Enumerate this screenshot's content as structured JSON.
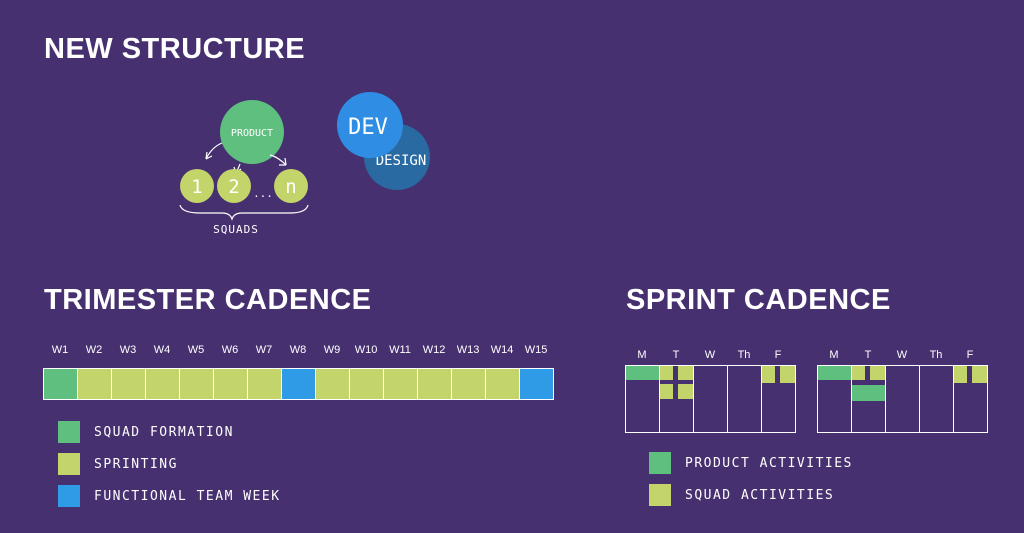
{
  "headings": {
    "new_structure": "NEW STRUCTURE",
    "trimester": "TRIMESTER CADENCE",
    "sprint": "SPRINT CADENCE"
  },
  "colors": {
    "background": "#46306f",
    "green": "#5fbf7f",
    "yellow_green": "#c3d46a",
    "blue": "#2f9be6",
    "dev_blue": "#2f8ee3",
    "design_blue": "#2a6aa3"
  },
  "structure": {
    "product": "PRODUCT",
    "squads": [
      "1",
      "2",
      "n"
    ],
    "ellipsis": "...",
    "squads_label": "SQUADS",
    "dev": "DEV",
    "design": "DESIGN"
  },
  "trimester": {
    "weeks": [
      "W1",
      "W2",
      "W3",
      "W4",
      "W5",
      "W6",
      "W7",
      "W8",
      "W9",
      "W10",
      "W11",
      "W12",
      "W13",
      "W14",
      "W15"
    ],
    "week_types": [
      "formation",
      "sprint",
      "sprint",
      "sprint",
      "sprint",
      "sprint",
      "sprint",
      "functional",
      "sprint",
      "sprint",
      "sprint",
      "sprint",
      "sprint",
      "sprint",
      "functional"
    ],
    "legend": [
      {
        "label": "SQUAD FORMATION",
        "color": "#5fbf7f"
      },
      {
        "label": "SPRINTING",
        "color": "#c3d46a"
      },
      {
        "label": "FUNCTIONAL TEAM WEEK",
        "color": "#2f9be6"
      }
    ]
  },
  "sprint": {
    "days": [
      "M",
      "T",
      "W",
      "Th",
      "F"
    ],
    "legend": [
      {
        "label": "PRODUCT ACTIVITIES",
        "color": "#5fbf7f"
      },
      {
        "label": "SQUAD ACTIVITIES",
        "color": "#c3d46a"
      }
    ]
  }
}
